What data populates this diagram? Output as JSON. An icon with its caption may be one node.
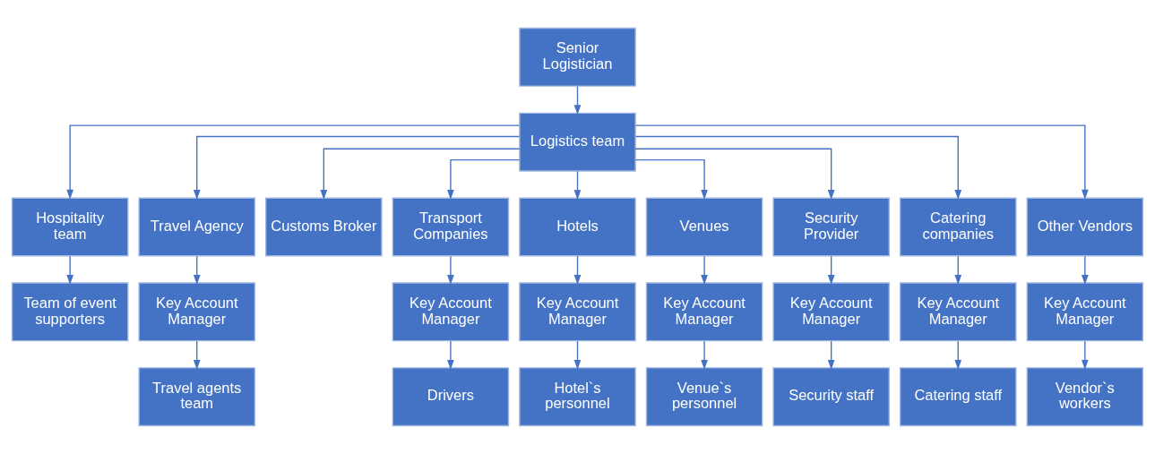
{
  "diagram": {
    "nodes": [
      {
        "text": [
          "Senior Logistician"
        ]
      },
      {
        "text": [
          "Logistics team"
        ]
      },
      {
        "text": [
          "Hospitality team"
        ]
      },
      {
        "text": [
          "Travel Agency"
        ]
      },
      {
        "text": [
          "Customs Broker"
        ]
      },
      {
        "text": [
          "Transport Companies"
        ]
      },
      {
        "text": [
          "Hotels"
        ]
      },
      {
        "text": [
          "Venues"
        ]
      },
      {
        "text": [
          "Security Provider"
        ]
      },
      {
        "text": [
          "Catering companies"
        ]
      },
      {
        "text": [
          "Other Vendors"
        ]
      },
      {
        "text": [
          "Team of event supporters"
        ]
      },
      {
        "text": [
          "Key Account Manager"
        ]
      },
      {
        "text": [
          "Key Account Manager"
        ]
      },
      {
        "text": [
          "Key Account Manager"
        ]
      },
      {
        "text": [
          "Key Account Manager"
        ]
      },
      {
        "text": [
          "Key Account Manager"
        ]
      },
      {
        "text": [
          "Key Account Manager"
        ]
      },
      {
        "text": [
          "Key Account Manager"
        ]
      },
      {
        "text": [
          "Travel agents team"
        ]
      },
      {
        "text": [
          "Drivers"
        ]
      },
      {
        "text": [
          "Hotel`s personnel"
        ]
      },
      {
        "text": [
          "Venue`s personnel"
        ]
      },
      {
        "text": [
          "Security staff"
        ]
      },
      {
        "text": [
          "Catering staff"
        ]
      },
      {
        "text": [
          "Vendor`s workers"
        ]
      }
    ],
    "edges": [
      {
        "from": 0,
        "to": 1,
        "arrow": "to"
      },
      {
        "from": 1,
        "to": 2,
        "arrow": "to"
      },
      {
        "from": 1,
        "to": 3,
        "arrow": "to"
      },
      {
        "from": 1,
        "to": 4,
        "arrow": "to"
      },
      {
        "from": 1,
        "to": 5,
        "arrow": "to"
      },
      {
        "from": 1,
        "to": 6,
        "arrow": "to"
      },
      {
        "from": 1,
        "to": 7,
        "arrow": "to"
      },
      {
        "from": 1,
        "to": 8,
        "arrow": "to"
      },
      {
        "from": 1,
        "to": 9,
        "arrow": "to"
      },
      {
        "from": 1,
        "to": 10,
        "arrow": "to"
      },
      {
        "from": 2,
        "to": 11,
        "arrow": "to"
      },
      {
        "from": 3,
        "to": 12,
        "arrow": "to"
      },
      {
        "from": 5,
        "to": 13,
        "arrow": "to"
      },
      {
        "from": 6,
        "to": 14,
        "arrow": "to"
      },
      {
        "from": 7,
        "to": 15,
        "arrow": "to"
      },
      {
        "from": 8,
        "to": 16,
        "arrow": "to"
      },
      {
        "from": 9,
        "to": 17,
        "arrow": "to"
      },
      {
        "from": 10,
        "to": 18,
        "arrow": "to"
      },
      {
        "from": 12,
        "to": 19,
        "arrow": "to"
      },
      {
        "from": 13,
        "to": 20,
        "arrow": "to"
      },
      {
        "from": 14,
        "to": 21,
        "arrow": "to"
      },
      {
        "from": 15,
        "to": 22,
        "arrow": "to"
      },
      {
        "from": 16,
        "to": 23,
        "arrow": "to"
      },
      {
        "from": 17,
        "to": 24,
        "arrow": "to"
      },
      {
        "from": 18,
        "to": 25,
        "arrow": "to"
      }
    ]
  }
}
